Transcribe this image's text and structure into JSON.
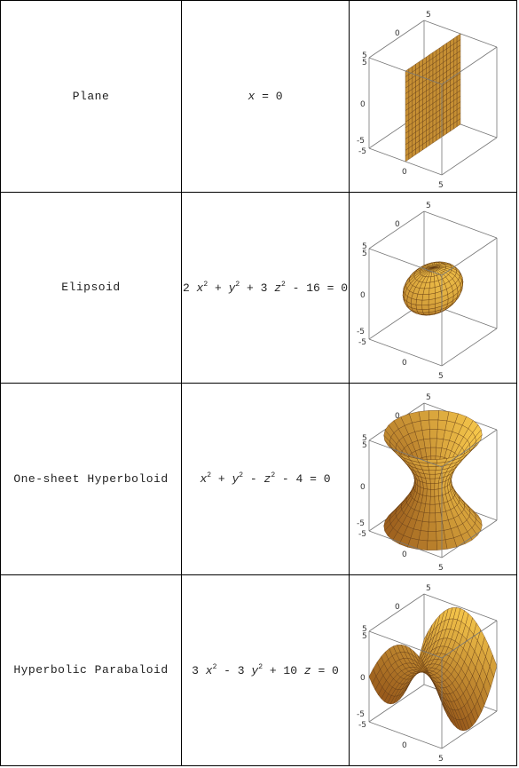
{
  "rows": [
    {
      "name": "Plane",
      "equation": [
        "x",
        " = 0"
      ],
      "plot": {
        "surface": "plane",
        "tick_labels": {
          "top": "5",
          "top_zero": "0",
          "left_top": "5",
          "left_mid": "0",
          "left_bottom": "-5",
          "bottom_left": "-5",
          "bottom_mid": "0",
          "bottom_right": "5",
          "back_left": "5"
        }
      }
    },
    {
      "name": "Elipsoid",
      "equation": [
        "2 ",
        "x",
        "2",
        " + ",
        "y",
        "2",
        " + 3 ",
        "z",
        "2",
        " - 16 = 0"
      ],
      "plot": {
        "surface": "ellipsoid",
        "tick_labels": {
          "top": "5",
          "top_zero": "0",
          "left_top": "5",
          "left_mid": "0",
          "left_bottom": "-5",
          "bottom_left": "-5",
          "bottom_mid": "0",
          "bottom_right": "5",
          "back_left": "5"
        }
      }
    },
    {
      "name": "One-sheet Hyperboloid",
      "equation": [
        "x",
        "2",
        " + ",
        "y",
        "2",
        " - ",
        "z",
        "2",
        " - 4 = 0"
      ],
      "plot": {
        "surface": "hyperboloid",
        "tick_labels": {
          "top": "5",
          "top_zero": "0",
          "left_top": "5",
          "left_mid": "0",
          "left_bottom": "-5",
          "bottom_left": "-5",
          "bottom_mid": "0",
          "bottom_right": "5",
          "back_left": "5"
        }
      }
    },
    {
      "name": "Hyperbolic Parabaloid",
      "equation": [
        "3 ",
        "x",
        "2",
        " - 3 ",
        "y",
        "2",
        " + 10 ",
        "z",
        " = 0"
      ],
      "plot": {
        "surface": "paraboloid",
        "tick_labels": {
          "top": "5",
          "top_zero": "0",
          "left_top": "5",
          "left_mid": "0",
          "left_bottom": "-5",
          "bottom_left": "-5",
          "bottom_mid": "0",
          "bottom_right": "5",
          "back_left": "5"
        }
      }
    }
  ],
  "colors": {
    "surface_light": "#f7c24a",
    "surface_mid": "#e2952e",
    "surface_dark": "#8a4a14",
    "mesh": "#5a3410",
    "box": "#777777"
  }
}
